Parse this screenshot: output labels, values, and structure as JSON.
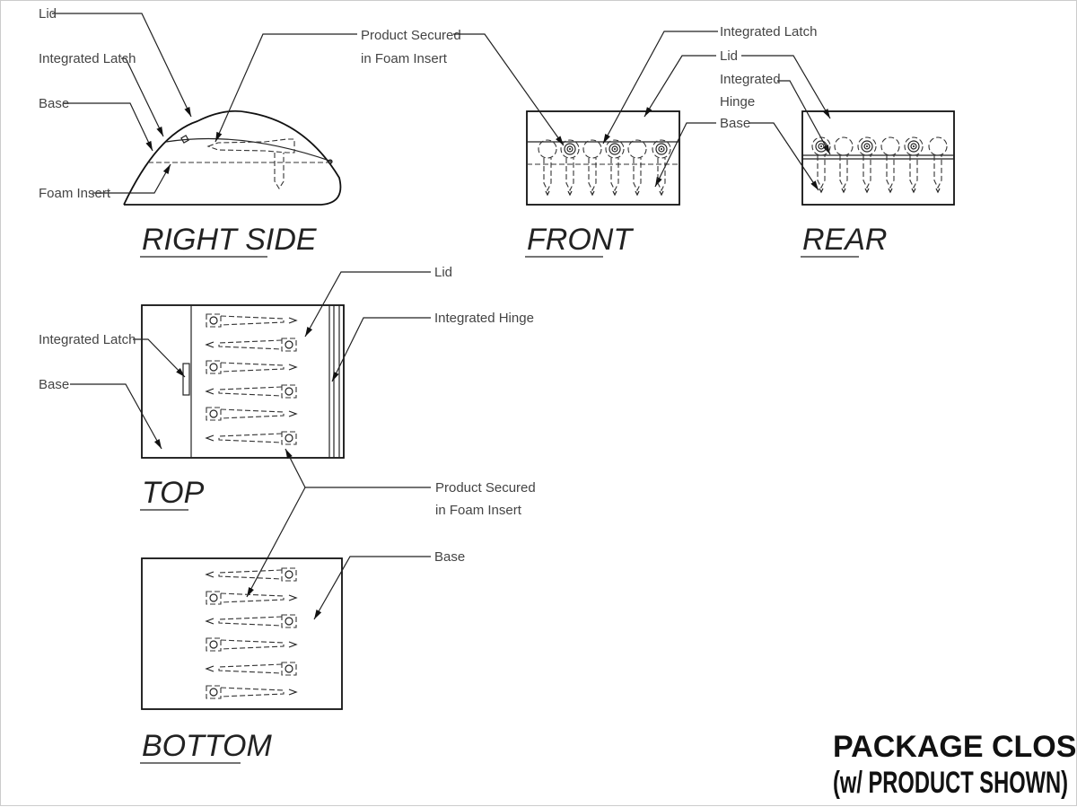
{
  "views": {
    "right_side": {
      "title": "RIGHT SIDE",
      "labels": {
        "lid": "Lid",
        "latch": "Integrated Latch",
        "base": "Base",
        "foam": "Foam Insert",
        "product_1": "Product Secured",
        "product_2": "in Foam Insert"
      }
    },
    "front": {
      "title": "FRONT",
      "labels": {
        "latch": "Integrated Latch",
        "lid": "Lid",
        "hinge_1": "Integrated",
        "hinge_2": "Hinge",
        "base": "Base"
      }
    },
    "rear": {
      "title": "REAR"
    },
    "top": {
      "title": "TOP",
      "labels": {
        "lid": "Lid",
        "hinge": "Integrated Hinge",
        "latch": "Integrated Latch",
        "base": "Base",
        "product_1": "Product Secured",
        "product_2": "in Foam Insert"
      }
    },
    "bottom": {
      "title": "BOTTOM",
      "labels": {
        "base": "Base"
      }
    }
  },
  "sheet_title": {
    "line1": "PACKAGE CLOSED",
    "line2": "(w/ PRODUCT SHOWN)"
  }
}
